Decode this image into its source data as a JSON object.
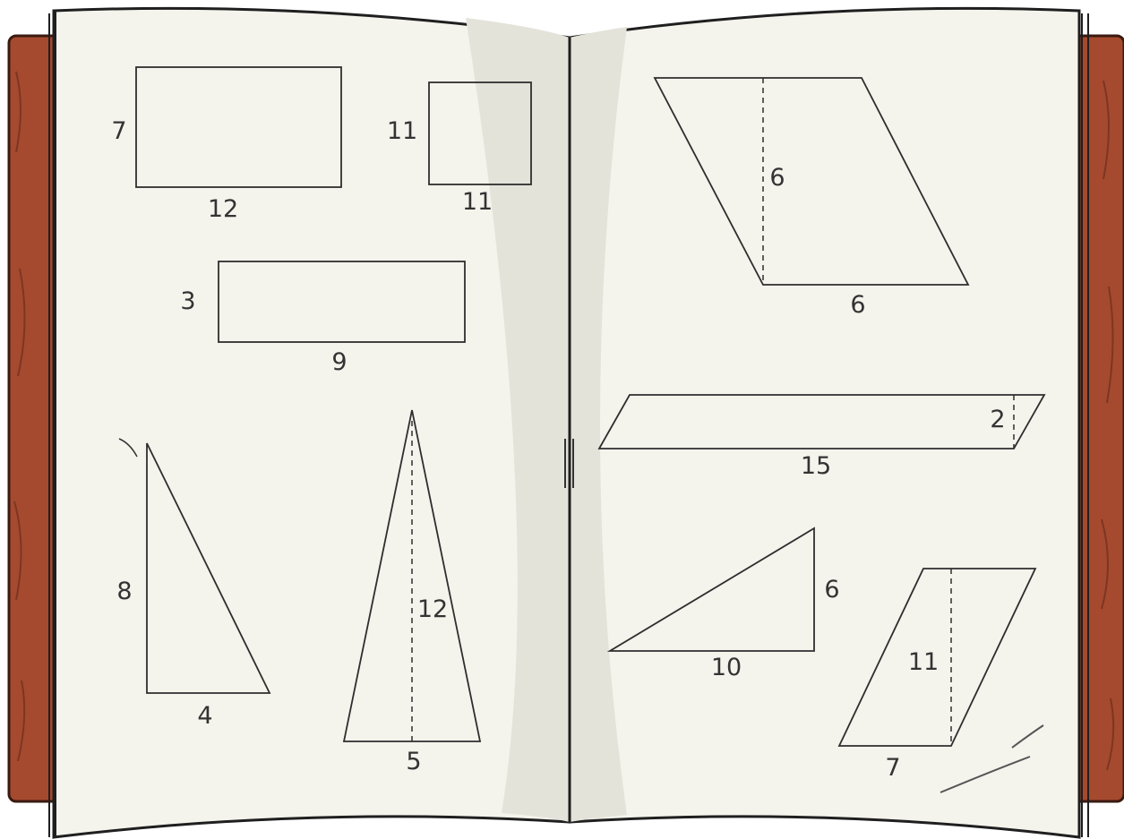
{
  "colors": {
    "cover": "#a54a2f",
    "cover_dark": "#6e2c1c",
    "page": "#f4f3ec",
    "page_shade": "#e4e3da",
    "line": "#2e2e2e",
    "text": "#333333"
  },
  "left_page": {
    "rect_large": {
      "side": "7",
      "bottom": "12"
    },
    "square": {
      "side": "11",
      "bottom": "11"
    },
    "rect_wide": {
      "side": "3",
      "bottom": "9"
    },
    "right_triangle": {
      "side": "8",
      "bottom": "4"
    },
    "isosceles_triangle": {
      "height": "12",
      "bottom": "5"
    }
  },
  "right_page": {
    "parallelogram_large": {
      "height": "6",
      "bottom": "6"
    },
    "parallelogram_thin": {
      "height": "2",
      "bottom": "15"
    },
    "right_triangle": {
      "side": "6",
      "bottom": "10"
    },
    "parallelogram_small": {
      "height": "11",
      "bottom": "7"
    }
  }
}
